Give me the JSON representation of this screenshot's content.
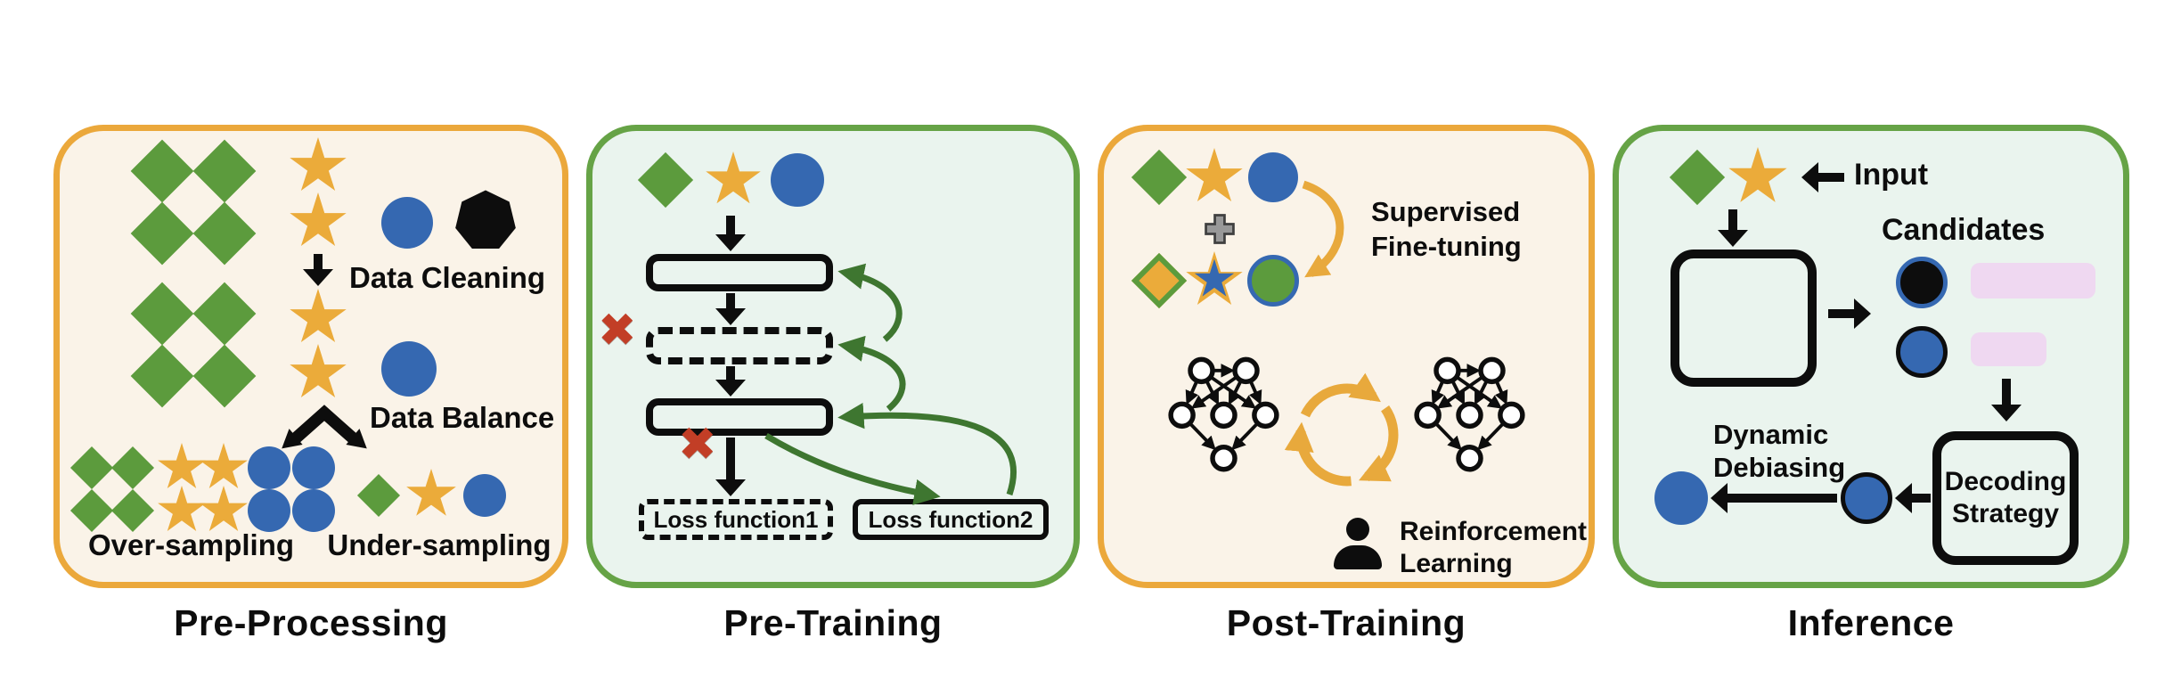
{
  "panels": {
    "pre_processing": {
      "title": "Pre-Processing",
      "data_cleaning_label": "Data Cleaning",
      "data_balance_label": "Data Balance",
      "over_sampling_label": "Over-sampling",
      "under_sampling_label": "Under-sampling"
    },
    "pre_training": {
      "title": "Pre-Training",
      "loss_function_1_label": "Loss function1",
      "loss_function_2_label": "Loss function2"
    },
    "post_training": {
      "title": "Post-Training",
      "supervised_fine_tuning_label": "Supervised Fine-tuning",
      "reinforcement_learning_label": "Reinforcement Learning"
    },
    "inference": {
      "title": "Inference",
      "input_label": "Input",
      "candidates_label": "Candidates",
      "decoding_strategy_label": "Decoding Strategy",
      "dynamic_debiasing_label": "Dynamic Debiasing"
    }
  },
  "icons": {
    "cross_glyph": "✖",
    "green_diamond": "diamond-shape",
    "gold_star": "star-shape",
    "blue_circle": "circle-shape",
    "black_heptagon": "heptagon-shape",
    "plus": "plus-sign",
    "person": "human-silhouette",
    "neural_network": "node-graph",
    "training_cycle": "circular-arrows"
  },
  "colors": {
    "panel_border_orange": "#EBA83B",
    "panel_border_green": "#66A346",
    "panel_bg_cream": "#FAF3E8",
    "panel_bg_mint": "#EAF4EE",
    "shape_green": "#5C9B3D",
    "shape_gold": "#EBAB3A",
    "shape_blue": "#3568B1",
    "shape_black": "#0D0D0D",
    "feedback_arrow_green": "#3E7630",
    "cycle_arrow_gold": "#E8A93C",
    "cross_red": "#C23E26",
    "candidate_bar_pink": "#EFD8F1",
    "plus_gray": "#989898"
  }
}
